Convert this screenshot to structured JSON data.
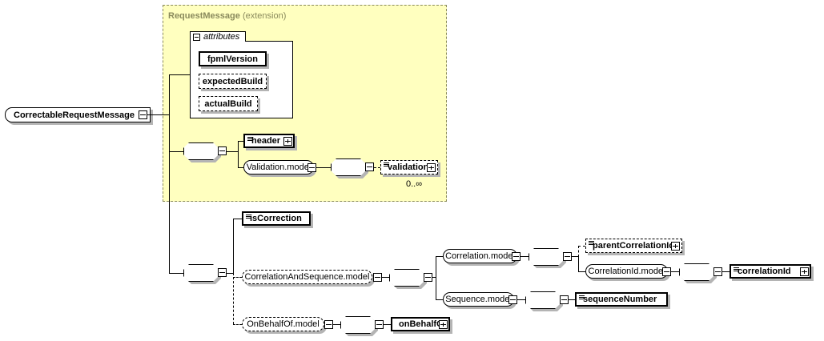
{
  "diagram": {
    "type": "xml-schema-diagram",
    "root_element": {
      "label": "CorrectableRequestMessage",
      "toggle": "minus"
    },
    "extension_group": {
      "name": "RequestMessage",
      "kind": "(extension)",
      "fill_color": "#ffffbf",
      "border_color": "#8a8a5c"
    },
    "attributes_panel": {
      "label": "attributes",
      "toggle": "minus",
      "items": [
        {
          "label": "fpmlVersion",
          "required": true
        },
        {
          "label": "expectedBuild",
          "required": false
        },
        {
          "label": "actualBuild",
          "required": false
        }
      ]
    },
    "nodes": {
      "header": {
        "label": "header",
        "toggle": "plus"
      },
      "validation_model": {
        "label": "Validation.model",
        "toggle": "minus"
      },
      "validation": {
        "label": "validation",
        "toggle": "plus",
        "cardinality": "0..∞"
      },
      "is_correction": {
        "label": "isCorrection"
      },
      "correlation_and_sequence_model": {
        "label": "CorrelationAndSequence.model",
        "toggle": "minus"
      },
      "correlation_model": {
        "label": "Correlation.model",
        "toggle": "minus"
      },
      "sequence_model": {
        "label": "Sequence.model",
        "toggle": "minus"
      },
      "parent_correlation_id": {
        "label": "parentCorrelationId",
        "toggle": "plus"
      },
      "correlation_id_model": {
        "label": "CorrelationId.model",
        "toggle": "minus"
      },
      "correlation_id": {
        "label": "correlationId",
        "toggle": "plus"
      },
      "sequence_number": {
        "label": "sequenceNumber"
      },
      "on_behalf_of_model": {
        "label": "OnBehalfOf.model",
        "toggle": "minus"
      },
      "on_behalf_of": {
        "label": "onBehalfOf",
        "toggle": "plus"
      }
    },
    "compositors": {
      "label": "sequence",
      "count": 6
    }
  }
}
